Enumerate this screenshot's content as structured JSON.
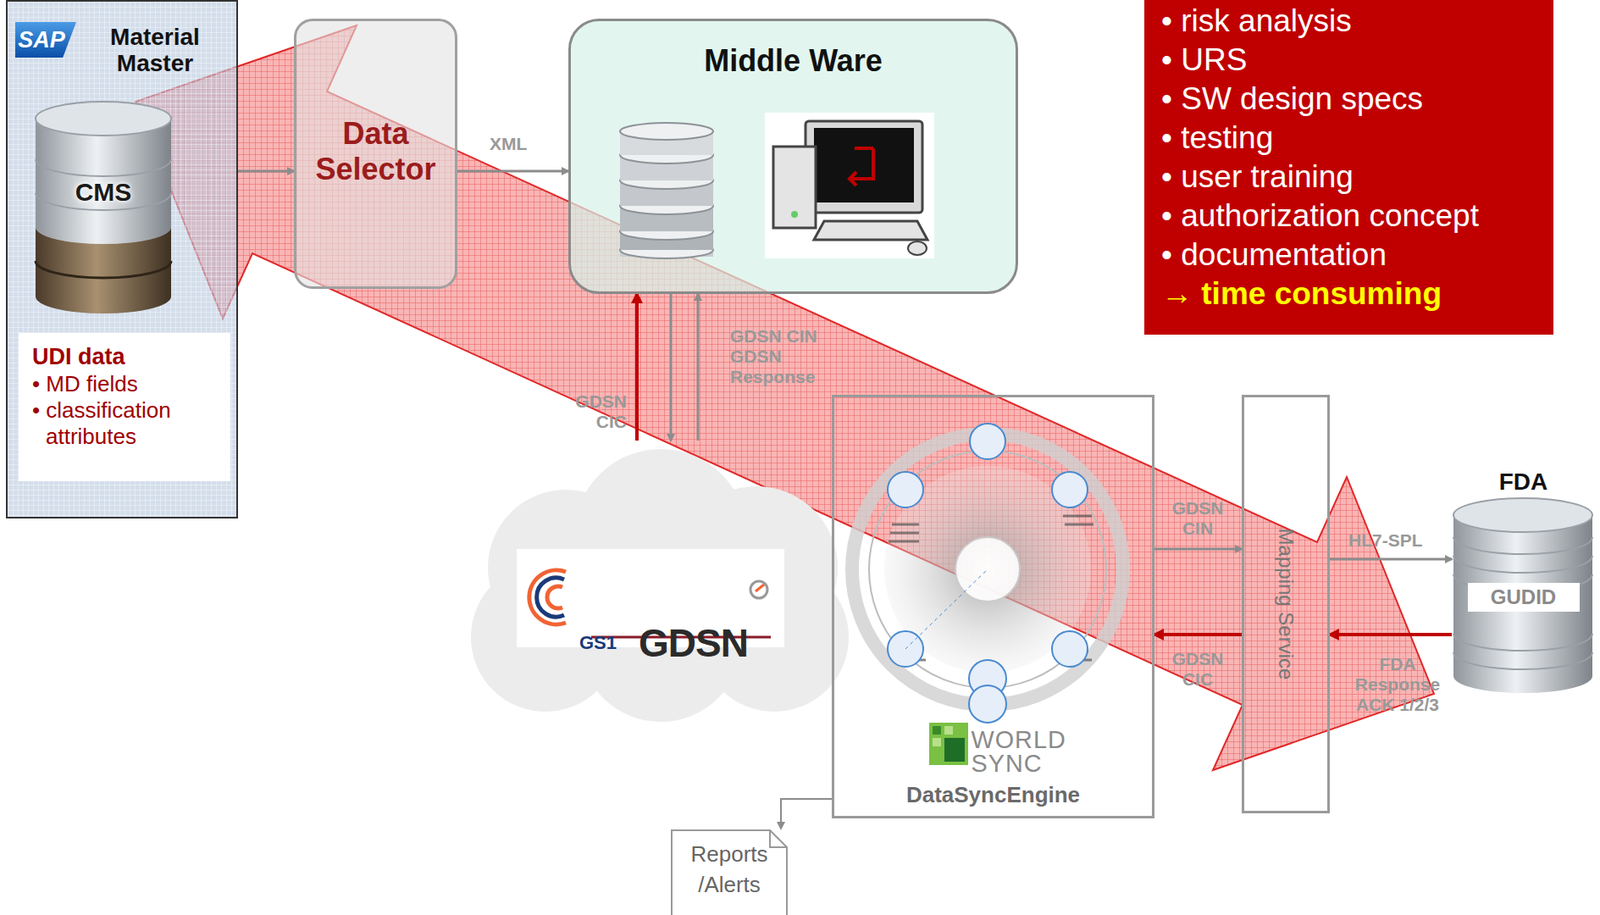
{
  "diagram": {
    "nodes": [
      {
        "text": [
          "SAP",
          "Material Master"
        ]
      },
      {
        "text": [
          "CMS"
        ],
        "in": 0
      },
      {
        "text": [
          "UDI data",
          "• MD fields",
          "• classification attributes"
        ],
        "in": 0
      },
      {
        "text": [
          "Data Selector"
        ]
      },
      {
        "text": [
          "Middle Ware"
        ]
      },
      {
        "text": [
          "GS1",
          "GDSN"
        ]
      },
      {
        "text": [
          "WORLD SYNC",
          "DataSyncEngine"
        ]
      },
      {
        "text": [
          "Mapping Service"
        ]
      },
      {
        "text": [
          "FDA",
          "GUDID"
        ]
      },
      {
        "text": [
          "Reports /Alerts"
        ]
      },
      {
        "text": [
          "• risk analysis",
          "• URS",
          "• SW design specs",
          "• testing",
          "• user training",
          "• authorization concept",
          "• documentation",
          "→ time consuming"
        ]
      }
    ],
    "edges": [
      {
        "from": 0,
        "to": 3,
        "arrow": "to"
      },
      {
        "from": 3,
        "to": 4,
        "arrow": "to",
        "label": "XML"
      },
      {
        "from": 5,
        "to": 4,
        "arrow": "to",
        "label": "GDSN CIC"
      },
      {
        "from": 4,
        "to": 5,
        "arrow": "to"
      },
      {
        "from": 5,
        "to": 4,
        "arrow": "to",
        "label": "GDSN CIN GDSN Response"
      },
      {
        "from": 6,
        "to": 7,
        "arrow": "to",
        "label": "GDSN CIN"
      },
      {
        "from": 7,
        "to": 6,
        "arrow": "to",
        "label": "GDSN CIC"
      },
      {
        "from": 7,
        "to": 8,
        "arrow": "to",
        "label": "HL7-SPL"
      },
      {
        "from": 8,
        "to": 7,
        "arrow": "to",
        "label": "FDA Response ACK 1/2/3"
      },
      {
        "from": 6,
        "to": 9,
        "arrow": "to"
      }
    ]
  }
}
